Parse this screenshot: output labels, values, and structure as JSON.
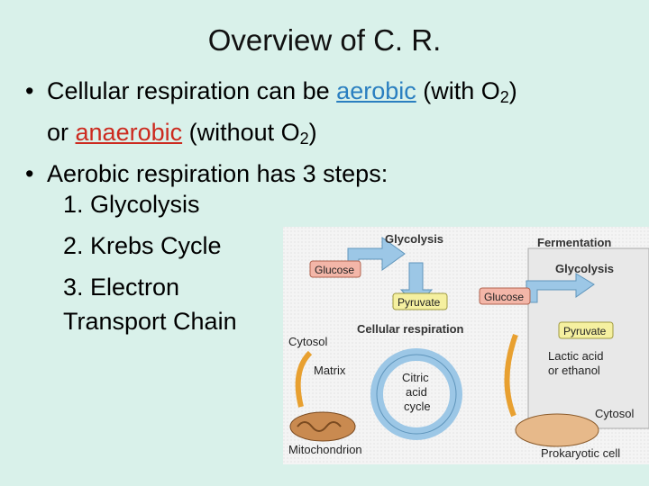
{
  "title": "Overview of C. R.",
  "bullets": {
    "b1_pre": "Cellular respiration can be ",
    "b1_aerobic": "aerobic",
    "b1_mid": " (with O",
    "b1_sub1": "2",
    "b1_close1": ")",
    "b1_line2_pre": "or ",
    "b1_anaerobic": "anaerobic",
    "b1_line2_mid": " (without O",
    "b1_sub2": "2",
    "b1_close2": ")",
    "b2": "Aerobic respiration has 3 steps:"
  },
  "steps": [
    "1.  Glycolysis",
    "2.  Krebs Cycle",
    "3.  Electron",
    "Transport Chain"
  ],
  "diagram": {
    "glycolysis_left": "Glycolysis",
    "glucose_left": "Glucose",
    "pyruvate_left": "Pyruvate",
    "cellular_respiration": "Cellular respiration",
    "cytosol_left": "Cytosol",
    "matrix": "Matrix",
    "citric_acid_cycle_1": "Citric",
    "citric_acid_cycle_2": "acid",
    "citric_acid_cycle_3": "cycle",
    "mitochondrion": "Mitochondrion",
    "fermentation": "Fermentation",
    "glycolysis_right": "Glycolysis",
    "glucose_right": "Glucose",
    "pyruvate_right": "Pyruvate",
    "lactic_acid_1": "Lactic acid",
    "lactic_acid_2": "or ethanol",
    "cytosol_right": "Cytosol",
    "prokaryotic_cell": "Prokaryotic cell"
  },
  "colors": {
    "background": "#d9f1ea",
    "aerobic": "#2a7fc0",
    "anaerobic": "#cc2a1f",
    "arrow_blue": "#9cc7e6",
    "arrow_orange": "#e8a030",
    "label_pink": "#f3b6a8",
    "label_yellow": "#f5f0a0"
  }
}
